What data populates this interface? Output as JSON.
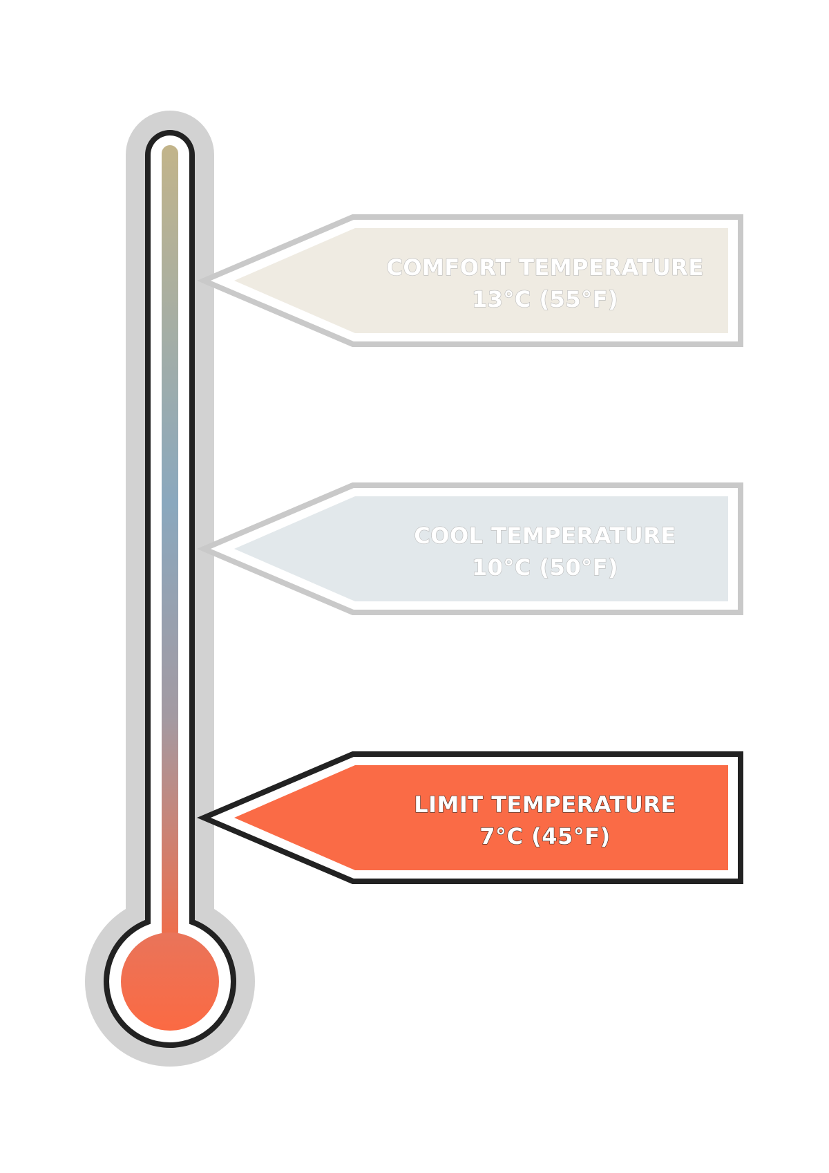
{
  "thermometer": {
    "bulb_color": "#f96b47",
    "tube_gradient": [
      "#c2b48a",
      "#8aa8be",
      "#a39aa2",
      "#f06d4a"
    ],
    "frame_color": "#222222",
    "halo_color": "#d2d2d2"
  },
  "markers": [
    {
      "title": "COMFORT TEMPERATURE",
      "value": "13°C (55°F)",
      "celsius": 13,
      "fahrenheit": 55,
      "fill": "#efebe2",
      "border": "#c9c9c9",
      "text_color": "#ffffff",
      "active": false
    },
    {
      "title": "COOL TEMPERATURE",
      "value": "10°C (50°F)",
      "celsius": 10,
      "fahrenheit": 50,
      "fill": "#e2e8eb",
      "border": "#c9c9c9",
      "text_color": "#ffffff",
      "active": false
    },
    {
      "title": "LIMIT TEMPERATURE",
      "value": "7°C (45°F)",
      "celsius": 7,
      "fahrenheit": 45,
      "fill": "#fa6b46",
      "border": "#222222",
      "text_color": "#ffffff",
      "active": true
    }
  ]
}
